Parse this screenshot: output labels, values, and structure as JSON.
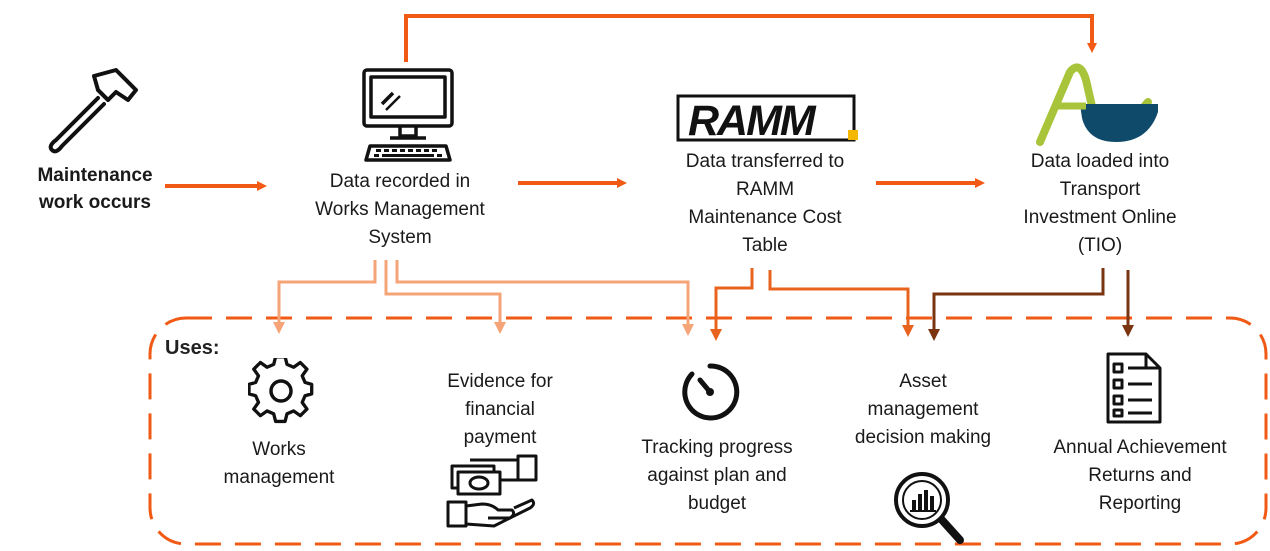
{
  "diagram": {
    "source": {
      "label_line1": "Maintenance",
      "label_line2": "work occurs"
    },
    "wms": {
      "lines": [
        "Data recorded in",
        "Works Management",
        "System"
      ]
    },
    "ramm": {
      "logo_text": "RAMM",
      "lines": [
        "Data transferred to",
        "RAMM",
        "Maintenance Cost",
        "Table"
      ]
    },
    "tio": {
      "lines": [
        "Data loaded into",
        "Transport",
        "Investment Online",
        "(TIO)"
      ]
    },
    "uses_label": "Uses:",
    "uses": {
      "works": {
        "lines": [
          "Works",
          "management"
        ]
      },
      "evidence": {
        "lines": [
          "Evidence for",
          "financial",
          "payment"
        ]
      },
      "tracking": {
        "lines": [
          "Tracking progress",
          "against plan and",
          "budget"
        ]
      },
      "asset": {
        "lines": [
          "Asset",
          "management",
          "decision making"
        ]
      },
      "annual": {
        "lines": [
          "Annual Achievement",
          "Returns and",
          "Reporting"
        ]
      }
    },
    "colors": {
      "main_arrow": "#f05a14",
      "light_arrow": "#f4a477",
      "brown_arrow": "#7a3410",
      "dash_border": "#f05a14"
    },
    "icons": [
      "hammer-icon",
      "computer-icon",
      "ramm-logo",
      "tio-logo",
      "gear-icon",
      "money-hand-icon",
      "stopwatch-icon",
      "magnifier-chart-icon",
      "checklist-icon"
    ]
  }
}
